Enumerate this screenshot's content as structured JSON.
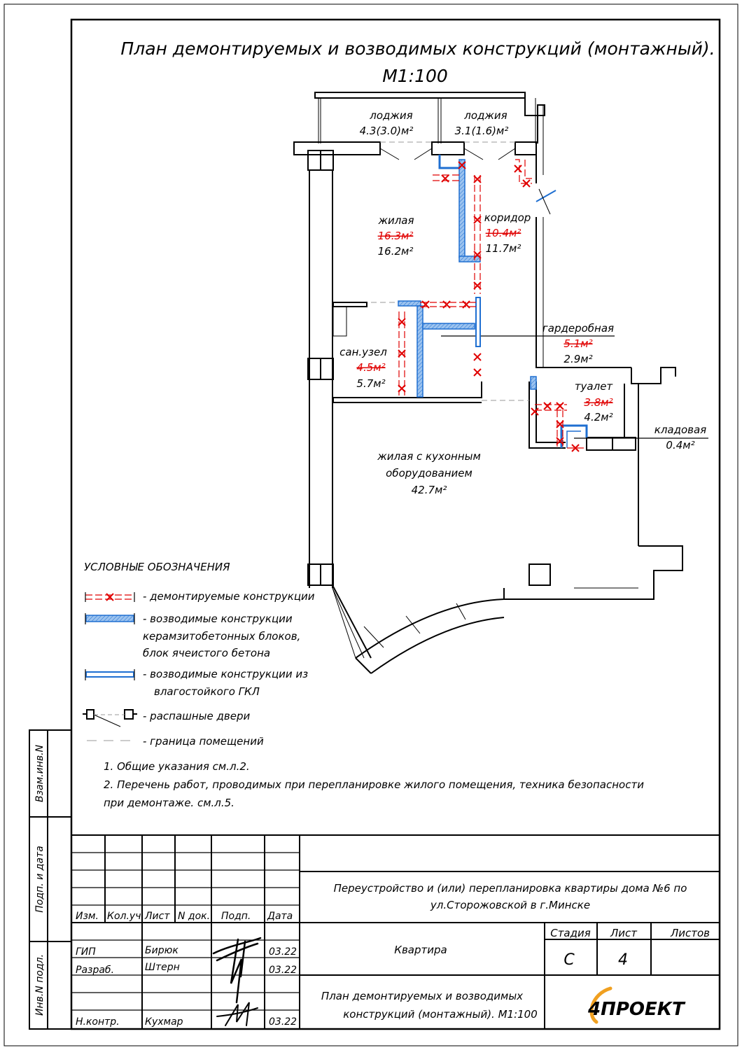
{
  "title": {
    "line1": "План демонтируемых и возводимых конструкций (монтажный).",
    "line2": "М1:100"
  },
  "rooms": [
    {
      "name": "лоджия",
      "area": "4.3(3.0)м²"
    },
    {
      "name": "лоджия",
      "area": "3.1(1.6)м²"
    },
    {
      "name": "жилая",
      "old_area": "16.3м²",
      "area": "16.2м²"
    },
    {
      "name": "коридор",
      "old_area": "10.4м²",
      "area": "11.7м²"
    },
    {
      "name": "гардеробная",
      "old_area": "5.1м²",
      "area": "2.9м²"
    },
    {
      "name": "сан.узел",
      "old_area": "4.5м²",
      "area": "5.7м²"
    },
    {
      "name": "туалет",
      "old_area": "3.8м²",
      "area": "4.2м²"
    },
    {
      "name": "кладовая",
      "area": "0.4м²"
    },
    {
      "name_line1": "жилая с кухонным",
      "name_line2": "оборудованием",
      "area": "42.7м²"
    }
  ],
  "legend": {
    "title": "УСЛОВНЫЕ ОБОЗНАЧЕНИЯ",
    "items": [
      {
        "lines": [
          "- демонтируемые конструкции"
        ]
      },
      {
        "lines": [
          "- возводимые конструкции",
          "керамзитобетонных блоков,",
          "блок ячеистого бетона"
        ]
      },
      {
        "lines": [
          "- возводимые конструкции из",
          "влагостойкого ГКЛ"
        ]
      },
      {
        "lines": [
          "- распашные двери"
        ]
      },
      {
        "lines": [
          "- граница помещений"
        ]
      }
    ]
  },
  "notes": [
    "1. Общие указания см.л.2.",
    "2. Перечень работ, проводимых при перепланировке жилого помещения, техника безопасности",
    "при демонтаже. см.л.5."
  ],
  "side_stamp": [
    "Взам.инв.N",
    "Подп. и дата",
    "Инв.N подл."
  ],
  "title_block": {
    "project": [
      "Переустройство и (или) перепланировка квартиры дома №6 по",
      "ул.Сторожовской в г.Минске"
    ],
    "headers": [
      "Изм.",
      "Кол.уч.",
      "Лист",
      "N док.",
      "Подп.",
      "Дата"
    ],
    "rows": [
      {
        "role": "ГИП",
        "name": "Бирюк",
        "date": "03.22"
      },
      {
        "role": "Разраб.",
        "name": "Штерн",
        "date": "03.22"
      },
      {
        "role": "",
        "name": "",
        "date": ""
      },
      {
        "role": "",
        "name": "",
        "date": ""
      },
      {
        "role": "Н.контр.",
        "name": "Кухмар",
        "date": "03.22"
      }
    ],
    "object": "Квартира",
    "stage_header": "Стадия",
    "sheet_header": "Лист",
    "sheets_header": "Листов",
    "stage": "С",
    "sheet": "4",
    "sheets": "",
    "drawing_title": [
      "План демонтируемых и возводимых",
      "конструкций (монтажный). М1:100"
    ],
    "logo": "4ПРОЕКТ"
  },
  "colors": {
    "demolish": "#e00000",
    "build": "#1f6fd1",
    "build_fill": "#9cc3ef",
    "line": "#000000"
  }
}
